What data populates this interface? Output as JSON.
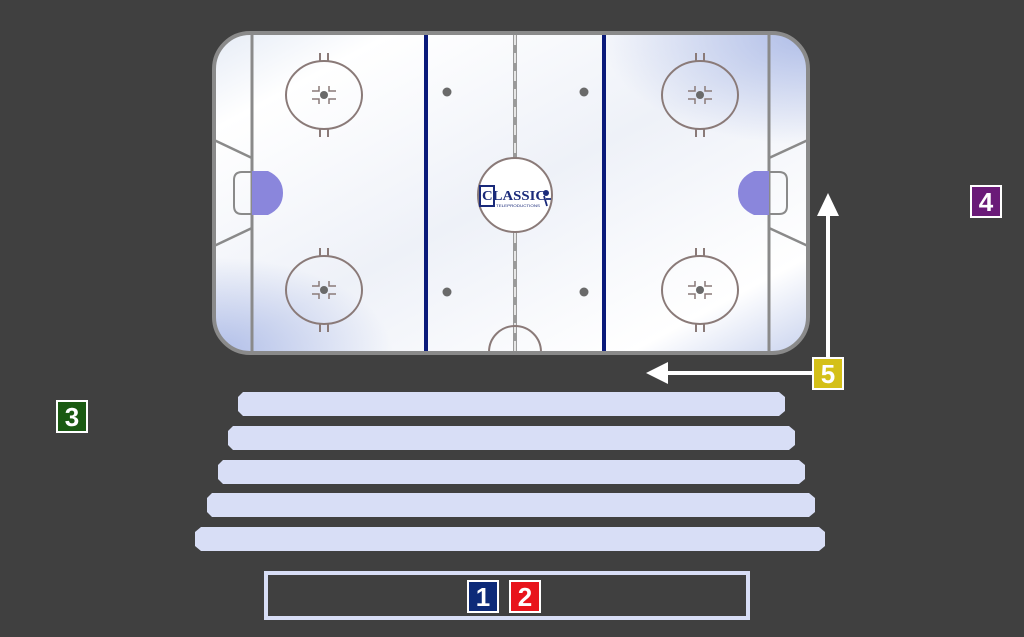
{
  "logo": {
    "title": "CLASSIC",
    "subtitle": "TELEPRODUCTIONS",
    "color": "#1a2a7a"
  },
  "positions": [
    {
      "id": "1",
      "label": "1",
      "color": "#0d2a78"
    },
    {
      "id": "2",
      "label": "2",
      "color": "#e8141c"
    },
    {
      "id": "3",
      "label": "3",
      "color": "#1a5a12"
    },
    {
      "id": "4",
      "label": "4",
      "color": "#6a1a78"
    },
    {
      "id": "5",
      "label": "5",
      "color": "#d4c018"
    }
  ],
  "colors": {
    "background": "#404040",
    "ice": "#f4f6fb",
    "boards": "#8a8a8a",
    "blue_line": "#0a1a7a",
    "goal_crease": "#8a86dc",
    "bleacher": "#d8def6",
    "arrow": "#ffffff"
  }
}
